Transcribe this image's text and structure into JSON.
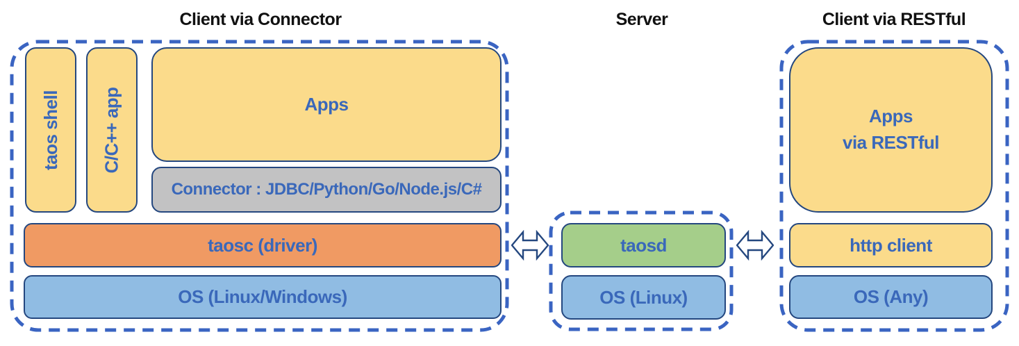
{
  "titles": {
    "connector": "Client via Connector",
    "server": "Server",
    "restful": "Client via RESTful"
  },
  "connector_section": {
    "taos_shell": "taos shell",
    "cpp_app": "C/C++ app",
    "apps": "Apps",
    "connector_bar": "Connector : JDBC/Python/Go/Node.js/C#",
    "taosc": "taosc (driver)",
    "os": "OS (Linux/Windows)"
  },
  "server_section": {
    "taosd": "taosd",
    "os": "OS (Linux)"
  },
  "restful_section": {
    "apps_line1": "Apps",
    "apps_line2": "via RESTful",
    "http_client": "http client",
    "os": "OS (Any)"
  },
  "colors": {
    "yellow": "#FBDB8B",
    "gray": "#C2C2C3",
    "orange": "#F09A63",
    "blue": "#90BCE3",
    "green": "#A5CE8A",
    "dashed_border": "#3A64C2",
    "box_border": "#24477F",
    "label_text": "#3A68BA"
  }
}
